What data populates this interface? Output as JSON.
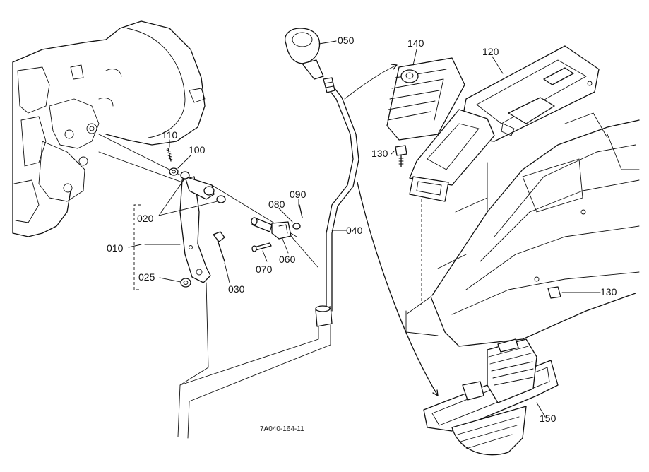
{
  "labels": {
    "p050": "050",
    "p140": "140",
    "p120": "120",
    "p110": "110",
    "p100": "100",
    "p130a": "130",
    "p020": "020",
    "p080": "080",
    "p090": "090",
    "p040": "040",
    "p010": "010",
    "p030": "030",
    "p070": "070",
    "p060": "060",
    "p025": "025",
    "p130b": "130",
    "p150": "150"
  },
  "drawing_ref": "7A040-164-11"
}
